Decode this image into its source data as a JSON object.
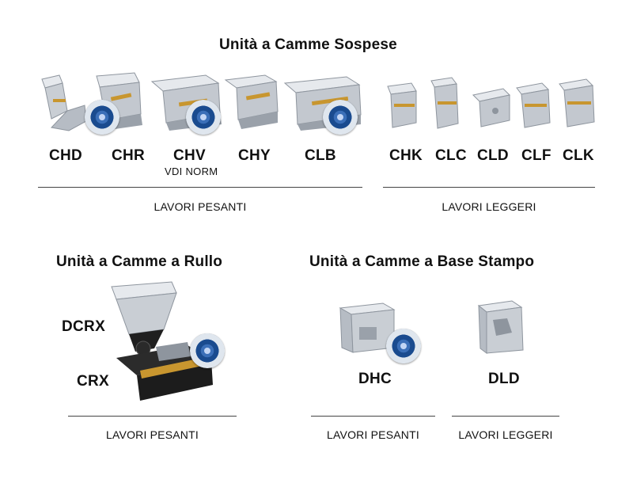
{
  "sections": {
    "suspended": {
      "title": "Unità a Camme Sospese",
      "heavy_codes": [
        "CHD",
        "CHR",
        "CHV",
        "CHY",
        "CLB"
      ],
      "chv_note": "VDI NORM",
      "light_codes": [
        "CHK",
        "CLC",
        "CLD",
        "CLF",
        "CLK"
      ],
      "heavy_label": "LAVORI PESANTI",
      "light_label": "LAVORI LEGGERI"
    },
    "roller": {
      "title": "Unità a Camme a Rullo",
      "codes": [
        "DCRX",
        "CRX"
      ],
      "heavy_label": "LAVORI PESANTI"
    },
    "die_mount": {
      "title": "Unità a Camme a Base Stampo",
      "codes": [
        "DHC",
        "DLD"
      ],
      "heavy_label": "LAVORI PESANTI",
      "light_label": "LAVORI LEGGERI"
    }
  },
  "icons": [
    "cam-unit-image",
    "certification-badge-icon"
  ],
  "colors": {
    "metal_light": "#d7dbe0",
    "metal_dark": "#8e959e",
    "slide_gold": "#c8962f",
    "badge_blue": "#1a4b8f",
    "base_black": "#1c1c1c"
  }
}
